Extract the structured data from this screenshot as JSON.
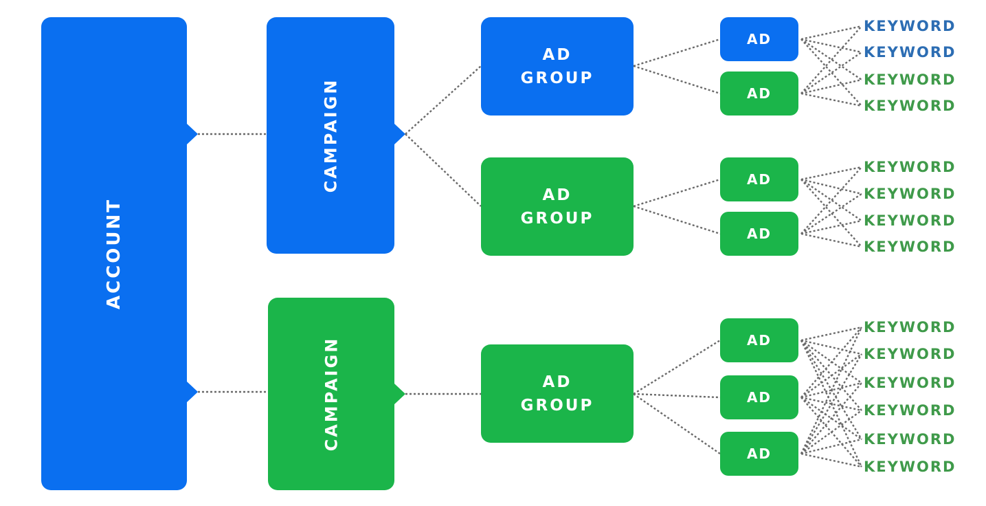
{
  "colors": {
    "blue": "#0a6ff0",
    "green": "#1bb54a",
    "kw_blue": "#2c6db3",
    "kw_green": "#3f9a4a",
    "line": "#6a6a6a"
  },
  "labels": {
    "account": "ACCOUNT",
    "campaign_1": "CAMPAIGN",
    "campaign_2": "CAMPAIGN",
    "ad_group_1": {
      "line1": "AD",
      "line2": "GROUP"
    },
    "ad_group_2": {
      "line1": "AD",
      "line2": "GROUP"
    },
    "ad_group_3": {
      "line1": "AD",
      "line2": "GROUP"
    },
    "ad": "AD",
    "keyword": "KEYWORD"
  },
  "ads": [
    "AD",
    "AD",
    "AD",
    "AD",
    "AD",
    "AD",
    "AD"
  ],
  "keywords": [
    "KEYWORD",
    "KEYWORD",
    "KEYWORD",
    "KEYWORD",
    "KEYWORD",
    "KEYWORD",
    "KEYWORD",
    "KEYWORD",
    "KEYWORD",
    "KEYWORD",
    "KEYWORD",
    "KEYWORD",
    "KEYWORD",
    "KEYWORD"
  ]
}
